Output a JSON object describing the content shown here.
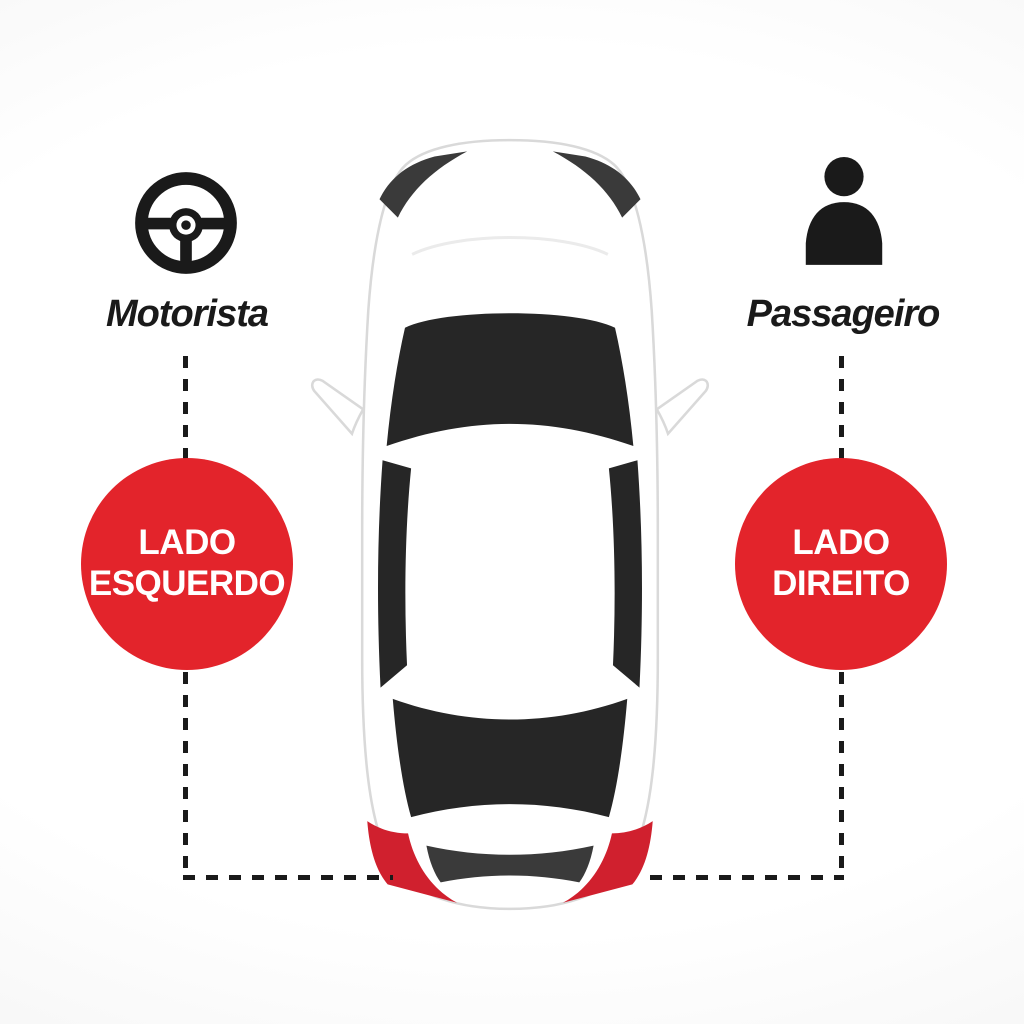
{
  "diagram": {
    "left": {
      "role_label": "Motorista",
      "icon": "steering-wheel-icon",
      "badge_line1": "LADO",
      "badge_line2": "ESQUERDO"
    },
    "right": {
      "role_label": "Passageiro",
      "icon": "passenger-icon",
      "badge_line1": "LADO",
      "badge_line2": "DIREITO"
    },
    "colors": {
      "badge_red": "#e3242b",
      "icon_black": "#1a1a1a",
      "car_glass": "#262626",
      "car_taillight_red": "#d0202e"
    }
  }
}
